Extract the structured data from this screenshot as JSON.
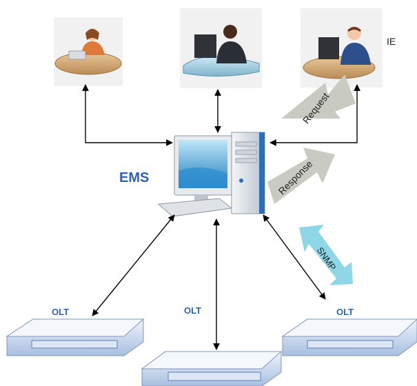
{
  "labels": {
    "ems": "EMS",
    "ie": "IE",
    "request": "Request",
    "response": "Response",
    "snmp": "SNMP",
    "olt_left": "OLT",
    "olt_center": "OLT",
    "olt_right": "OLT"
  },
  "colors": {
    "label_blue": "#2e63b0",
    "arrow_gray": "#c9cbc3",
    "snmp_cyan": "#8fd6e6",
    "line": "#000000"
  },
  "icons": {
    "user_1": "operator-at-desk-icon",
    "user_2": "operator-at-desk-icon",
    "user_3": "operator-at-desk-icon",
    "ems_server": "desktop-computer-icon",
    "olt_device": "olt-chassis-icon"
  }
}
